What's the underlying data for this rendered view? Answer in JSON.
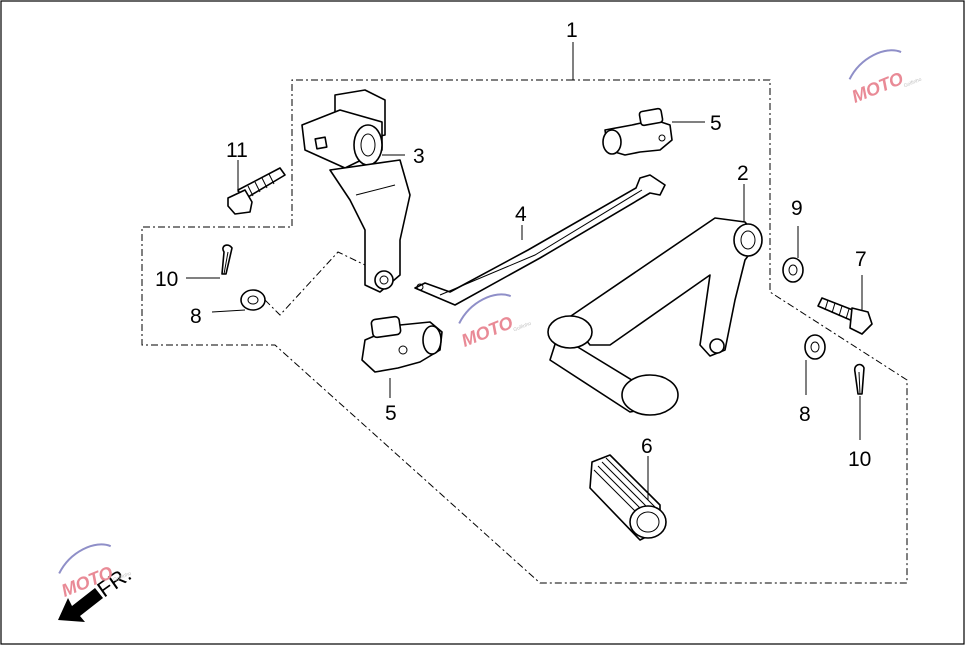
{
  "callouts": [
    {
      "id": "c1",
      "label": "1"
    },
    {
      "id": "c2",
      "label": "2"
    },
    {
      "id": "c3",
      "label": "3"
    },
    {
      "id": "c4",
      "label": "4"
    },
    {
      "id": "c5a",
      "label": "5"
    },
    {
      "id": "c5b",
      "label": "5"
    },
    {
      "id": "c6",
      "label": "6"
    },
    {
      "id": "c7",
      "label": "7"
    },
    {
      "id": "c8a",
      "label": "8"
    },
    {
      "id": "c8b",
      "label": "8"
    },
    {
      "id": "c9",
      "label": "9"
    },
    {
      "id": "c10a",
      "label": "10"
    },
    {
      "id": "c10b",
      "label": "10"
    },
    {
      "id": "c11",
      "label": "11"
    }
  ],
  "direction_label": "FR.",
  "watermark": {
    "text": "MOTO",
    "subtext": "Golfinho",
    "color": "#e98a96"
  }
}
